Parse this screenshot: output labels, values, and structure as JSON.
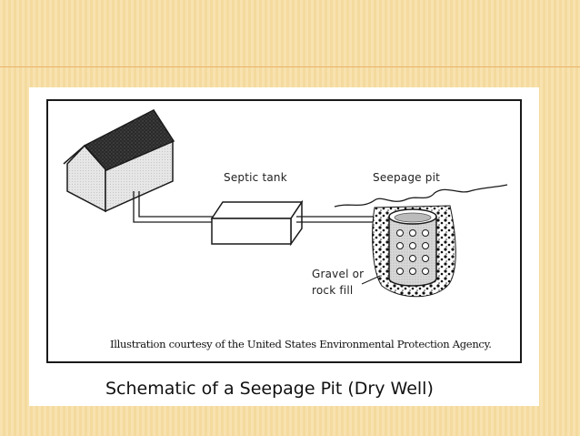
{
  "diagram": {
    "labels": {
      "septic_tank": "Septic tank",
      "seepage_pit": "Seepage pit",
      "gravel_line1": "Gravel or",
      "gravel_line2": "rock fill"
    },
    "credit": "Illustration courtesy of the United States Environmental Protection Agency."
  },
  "caption": "Schematic of a Seepage Pit (Dry Well)",
  "colors": {
    "background": "#f7dfa6",
    "accent_line": "#e9b36a",
    "roof": "#2a2a2a",
    "ink": "#1a1a1a"
  }
}
